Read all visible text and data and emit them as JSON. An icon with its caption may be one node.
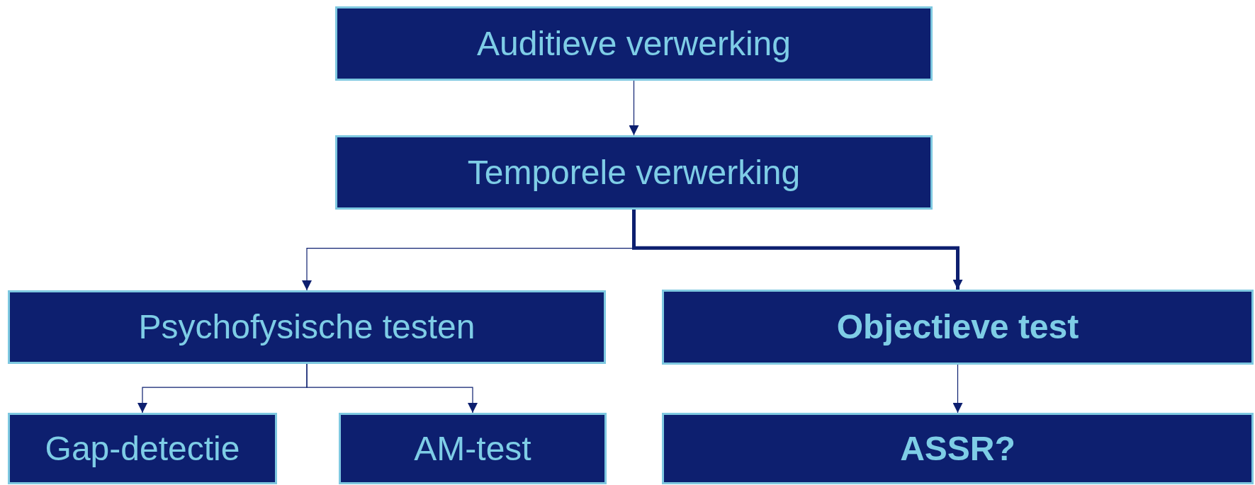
{
  "diagram": {
    "nodes": [
      {
        "text": [
          "Auditieve verwerking"
        ]
      },
      {
        "text": [
          "Temporele verwerking"
        ]
      },
      {
        "text": [
          "Psychofysische testen"
        ]
      },
      {
        "text": [
          "Objectieve test"
        ]
      },
      {
        "text": [
          "Gap-detectie"
        ]
      },
      {
        "text": [
          "AM-test"
        ]
      },
      {
        "text": [
          "ASSR?"
        ]
      }
    ],
    "edges": [
      {
        "from": 0,
        "to": 1,
        "arrow": "to"
      },
      {
        "from": 1,
        "to": 2,
        "arrow": "to"
      },
      {
        "from": 1,
        "to": 3,
        "arrow": "to",
        "style": "thick"
      },
      {
        "from": 2,
        "to": 4,
        "arrow": "to"
      },
      {
        "from": 2,
        "to": 5,
        "arrow": "to"
      },
      {
        "from": 3,
        "to": 6,
        "arrow": "to"
      }
    ]
  }
}
